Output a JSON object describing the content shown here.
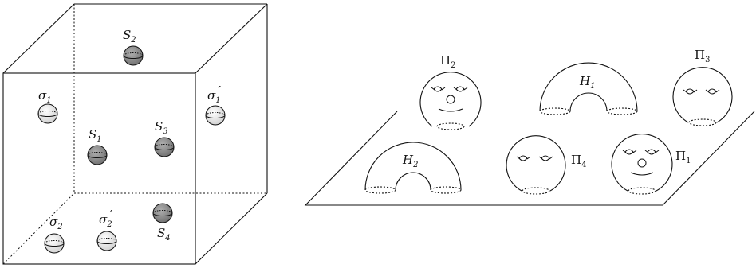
{
  "colors": {
    "dark_sphere": "#8a8a8a",
    "light_sphere": "#e8e8e8",
    "stroke": "#111111"
  },
  "left_figure": {
    "spheres": [
      {
        "id": "S2",
        "label": "S",
        "sub": "2",
        "prime": "",
        "shade": "dark"
      },
      {
        "id": "sigma1",
        "label": "σ",
        "sub": "1",
        "prime": "",
        "shade": "light"
      },
      {
        "id": "S1",
        "label": "S",
        "sub": "1",
        "prime": "",
        "shade": "dark"
      },
      {
        "id": "S3",
        "label": "S",
        "sub": "3",
        "prime": "",
        "shade": "dark"
      },
      {
        "id": "sigma1p",
        "label": "σ",
        "sub": "1",
        "prime": "′",
        "shade": "light"
      },
      {
        "id": "sigma2",
        "label": "σ",
        "sub": "2",
        "prime": "",
        "shade": "light"
      },
      {
        "id": "sigma2p",
        "label": "σ",
        "sub": "2",
        "prime": "′",
        "shade": "light"
      },
      {
        "id": "S4",
        "label": "S",
        "sub": "4",
        "prime": "",
        "shade": "dark"
      }
    ]
  },
  "right_figure": {
    "pieces": [
      {
        "id": "Pi2",
        "label": "Π",
        "sub": "2",
        "kind": "face-mouth"
      },
      {
        "id": "H1",
        "label": "H",
        "sub": "1",
        "kind": "handle"
      },
      {
        "id": "Pi3",
        "label": "Π",
        "sub": "3",
        "kind": "face-eyes"
      },
      {
        "id": "H2",
        "label": "H",
        "sub": "2",
        "kind": "handle"
      },
      {
        "id": "Pi4",
        "label": "Π",
        "sub": "4",
        "kind": "face-eyes"
      },
      {
        "id": "Pi1",
        "label": "Π",
        "sub": "1",
        "kind": "face-mouth"
      }
    ]
  }
}
